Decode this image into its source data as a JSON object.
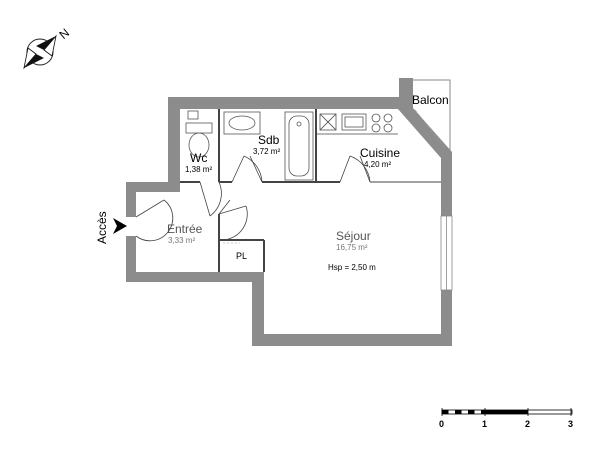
{
  "compass": {
    "label": "N",
    "icon": "compass-north-icon"
  },
  "entrance": {
    "label": "Accès",
    "icon": "entrance-arrow-icon"
  },
  "rooms": {
    "balcon": {
      "name": "Balcon"
    },
    "wc": {
      "name": "Wc",
      "area": "1,38 m²"
    },
    "sdb": {
      "name": "Sdb",
      "area": "3,72 m²"
    },
    "cuisine": {
      "name": "Cuisine",
      "area": "4,20 m²"
    },
    "entree": {
      "name": "Entrée",
      "area": "3,33 m²"
    },
    "sejour": {
      "name": "Séjour",
      "area": "16,75 m²",
      "height": "Hsp = 2,50 m"
    },
    "placard": {
      "name": "PL"
    }
  },
  "scale": {
    "ticks": [
      "0",
      "1",
      "2",
      "3"
    ]
  },
  "colors": {
    "wall": "#8c8c8c",
    "line": "#444444"
  }
}
